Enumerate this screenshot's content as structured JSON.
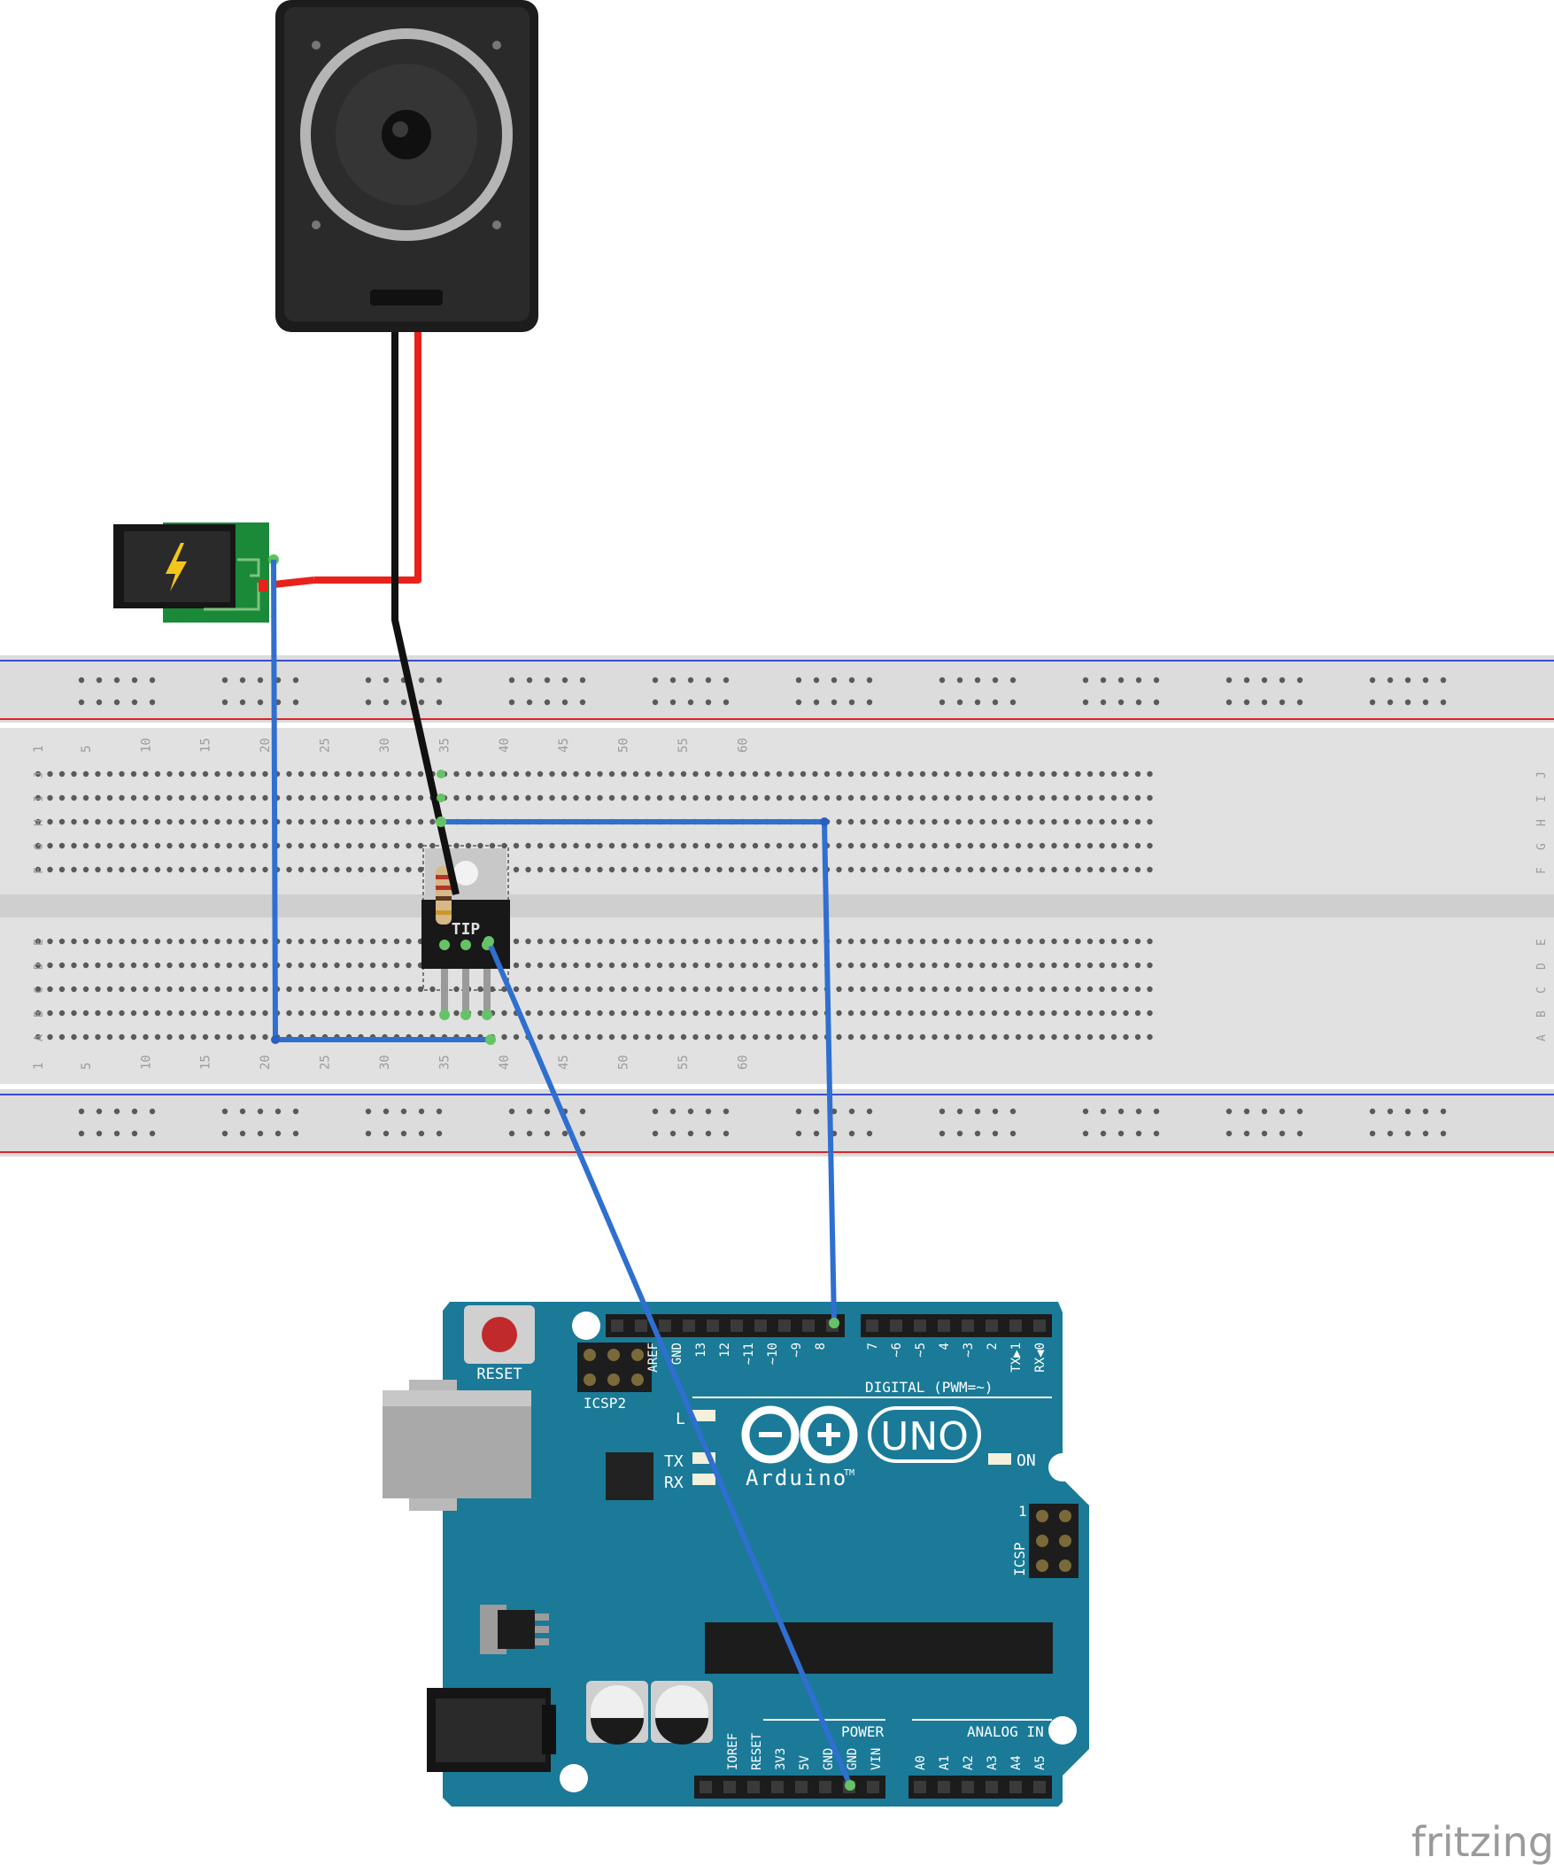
{
  "breadboard": {
    "column_numbers": [
      "1",
      "5",
      "10",
      "15",
      "20",
      "25",
      "30",
      "35",
      "40",
      "45",
      "50",
      "55",
      "60"
    ],
    "row_letters_top": [
      "J",
      "I",
      "H",
      "G",
      "F"
    ],
    "row_letters_bottom": [
      "E",
      "D",
      "C",
      "B",
      "A"
    ]
  },
  "transistor": {
    "label": "TIP"
  },
  "arduino": {
    "reset_label": "RESET",
    "icsp2_label": "ICSP2",
    "icsp_label": "ICSP",
    "icsp_pin1": "1",
    "l_label": "L",
    "tx_label": "TX",
    "rx_label": "RX",
    "on_label": "ON",
    "uno_label": "UNO",
    "brand_label": "Arduino",
    "brand_tm": "TM",
    "digital_label": "DIGITAL (PWM=~)",
    "digital_pins_left": [
      "AREF",
      "GND",
      "13",
      "12",
      "~11",
      "~10",
      "~9",
      "8"
    ],
    "digital_pins_right": [
      "7",
      "~6",
      "~5",
      "4",
      "~3",
      "2",
      "TX▶1",
      "RX◀0"
    ],
    "power_label": "POWER",
    "power_pins": [
      "IOREF",
      "RESET",
      "3V3",
      "5V",
      "GND",
      "GND",
      "VIN"
    ],
    "analog_label": "ANALOG IN",
    "analog_pins": [
      "A0",
      "A1",
      "A2",
      "A3",
      "A4",
      "A5"
    ]
  },
  "watermark": "fritzing",
  "colors": {
    "wire_blue": "#2f6fd0",
    "wire_red": "#e8221b",
    "wire_black": "#111111",
    "arduino_teal": "#1a7a98",
    "breadboard": "#dcdcdc",
    "rail_red": "#d9252a",
    "rail_blue": "#3b4bd0"
  }
}
